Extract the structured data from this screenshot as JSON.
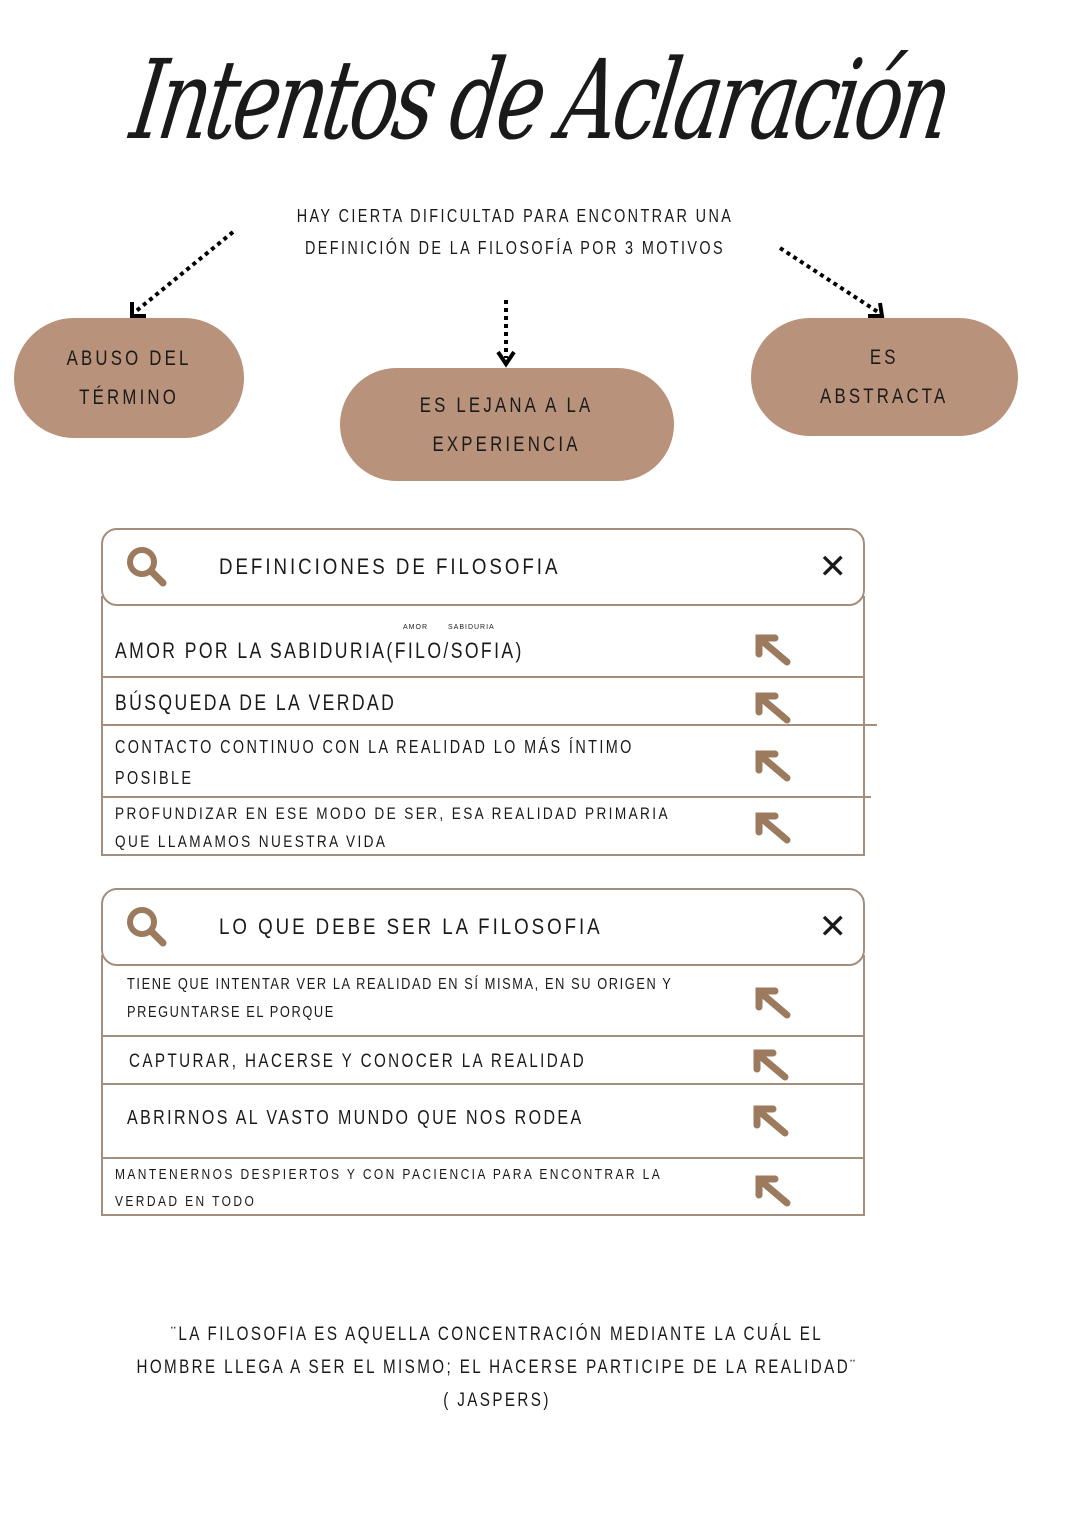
{
  "title": "Intentos de Aclaración",
  "intro": [
    "HAY CIERTA DIFICULTAD PARA ENCONTRAR UNA",
    "DEFINICIÓN DE LA FILOSOFÍA POR 3 MOTIVOS"
  ],
  "motives": [
    {
      "lines": [
        "ABUSO  DEL",
        "TÉRMINO"
      ]
    },
    {
      "lines": [
        "ES LEJANA A LA",
        "EXPERIENCIA"
      ]
    },
    {
      "lines": [
        "ES",
        "ABSTRACTA"
      ]
    }
  ],
  "search1": {
    "label": "DEFINICIONES DE FILOSOFIA",
    "close": "✕",
    "rows": [
      {
        "lines": [
          "AMOR POR LA SABIDURIA(FILO/SOFIA)"
        ],
        "notes": [
          "AMOR",
          "SABIDURIA"
        ]
      },
      {
        "lines": [
          "BÚSQUEDA DE LA VERDAD"
        ]
      },
      {
        "lines": [
          "CONTACTO CONTINUO CON LA REALIDAD LO MÁS ÍNTIMO",
          "POSIBLE"
        ]
      },
      {
        "lines": [
          "PROFUNDIZAR EN ESE MODO DE SER, ESA REALIDAD PRIMARIA",
          "QUE LLAMAMOS NUESTRA VIDA"
        ]
      }
    ]
  },
  "search2": {
    "label": "LO QUE DEBE SER LA FILOSOFIA",
    "close": "✕",
    "rows": [
      {
        "lines": [
          "TIENE QUE INTENTAR VER LA REALIDAD EN SÍ MISMA, EN SU ORIGEN Y",
          "PREGUNTARSE EL PORQUE"
        ]
      },
      {
        "lines": [
          "CAPTURAR, HACERSE Y CONOCER LA REALIDAD"
        ]
      },
      {
        "lines": [
          "ABRIRNOS AL VASTO MUNDO QUE NOS RODEA"
        ]
      },
      {
        "lines": [
          "MANTENERNOS DESPIERTOS Y CON PACIENCIA PARA ENCONTRAR LA",
          "VERDAD EN TODO"
        ]
      }
    ]
  },
  "quote": [
    "¨LA FILOSOFIA ES AQUELLA CONCENTRACIÓN MEDIANTE LA CUÁL EL",
    "HOMBRE LLEGA A SER EL MISMO; EL HACERSE PARTICIPE DE LA REALIDAD¨",
    "( JASPERS)"
  ],
  "colors": {
    "pill": "#b8927a",
    "border": "#a48e7e",
    "accent": "#9b7a5e"
  },
  "icons": [
    "search-icon",
    "close-icon",
    "arrow-up-left-icon",
    "dotted-arrow-icon"
  ]
}
